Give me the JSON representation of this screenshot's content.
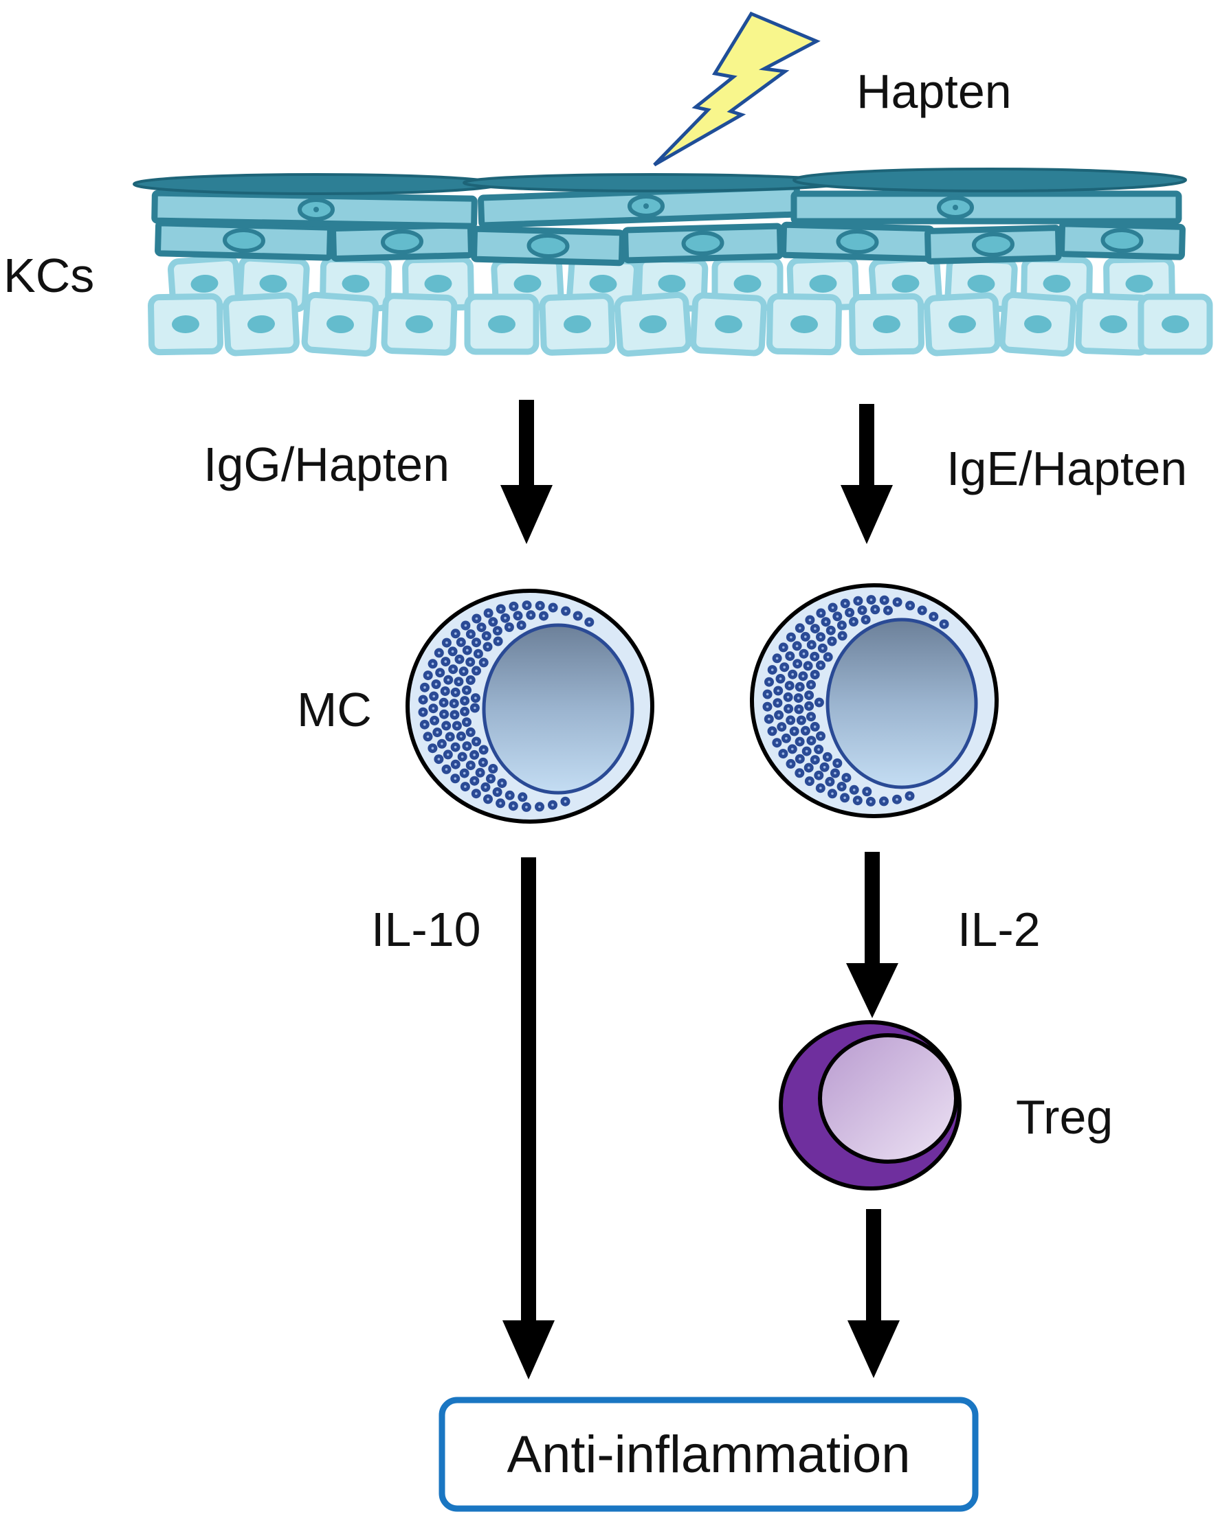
{
  "labels": {
    "hapten": "Hapten",
    "kcs": "KCs",
    "igg_hapten": "IgG/Hapten",
    "ige_hapten": "IgE/Hapten",
    "mc": "MC",
    "il10": "IL-10",
    "il2": "IL-2",
    "treg": "Treg",
    "outcome": "Anti-inflammation"
  },
  "colors": {
    "skin_dark": "#2d7f95",
    "skin_mid": "#90cedd",
    "skin_light": "#d3eef4",
    "skin_outline_light": "#8fd0df",
    "nucleus": "#64bccd",
    "lightning_fill": "#f8f68c",
    "lightning_stroke": "#1f4e98",
    "granule": "#2a4a95",
    "mc_cytoplasm": "#dbe9f7",
    "treg_purple": "#6f2f9e",
    "box_border": "#1a76c2",
    "arrow": "#000000"
  },
  "icons": {
    "stimulus": "lightning-icon",
    "keratinocyte_layer": "skin-layer-icon",
    "mast_cell": "mast-cell-icon",
    "regulatory_t_cell": "treg-cell-icon"
  }
}
